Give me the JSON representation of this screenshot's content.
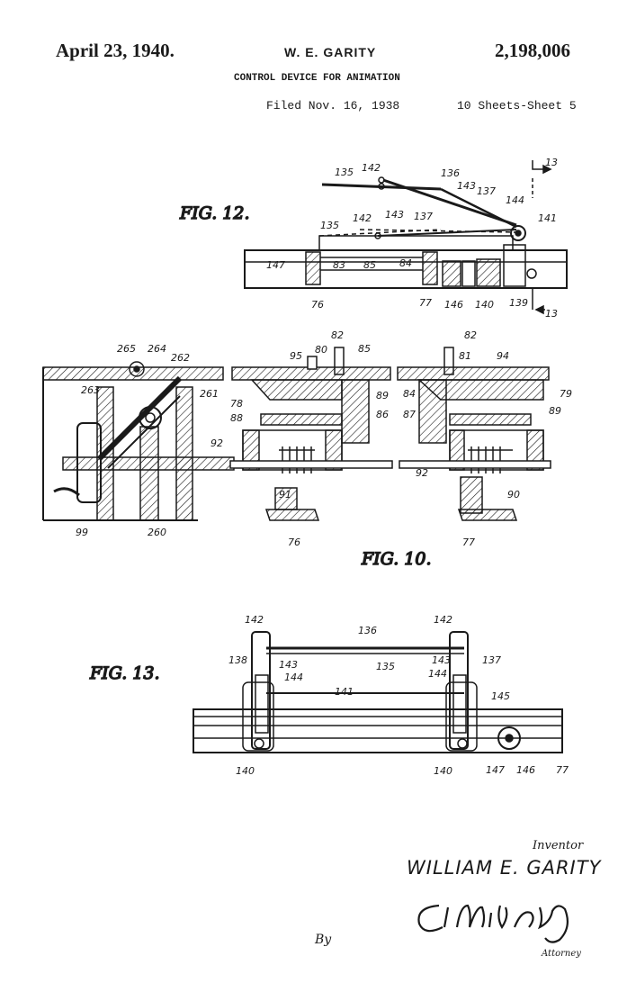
{
  "header": {
    "date": "April 23, 1940.",
    "inventor": "W. E. GARITY",
    "patent_number": "2,198,006",
    "title": "CONTROL DEVICE FOR ANIMATION",
    "filed": "Filed Nov. 16, 1938",
    "sheets": "10 Sheets-Sheet 5"
  },
  "figures": {
    "fig12": "FIG. 12.",
    "fig10": "FIG. 10.",
    "fig13": "FIG. 13."
  },
  "refs": {
    "fig12": [
      "135",
      "142",
      "136",
      "143",
      "137",
      "144",
      "141",
      "13",
      "13",
      "135",
      "142",
      "143",
      "137",
      "147",
      "83",
      "85",
      "84",
      "76",
      "77",
      "146",
      "140",
      "139"
    ],
    "fig10": [
      "265",
      "264",
      "262",
      "263",
      "261",
      "99",
      "92",
      "260",
      "82",
      "95",
      "80",
      "85",
      "78",
      "89",
      "88",
      "86",
      "91",
      "76",
      "82",
      "81",
      "94",
      "84",
      "79",
      "87",
      "89",
      "92",
      "90",
      "77"
    ],
    "fig13": [
      "142",
      "136",
      "142",
      "138",
      "143",
      "144",
      "135",
      "143",
      "144",
      "137",
      "141",
      "145",
      "140",
      "140",
      "147",
      "146",
      "77"
    ]
  },
  "signature": {
    "inventor_label": "Inventor",
    "inventor_name": "WILLIAM E. GARITY",
    "by_label": "By",
    "attorney_label": "Attorney"
  }
}
